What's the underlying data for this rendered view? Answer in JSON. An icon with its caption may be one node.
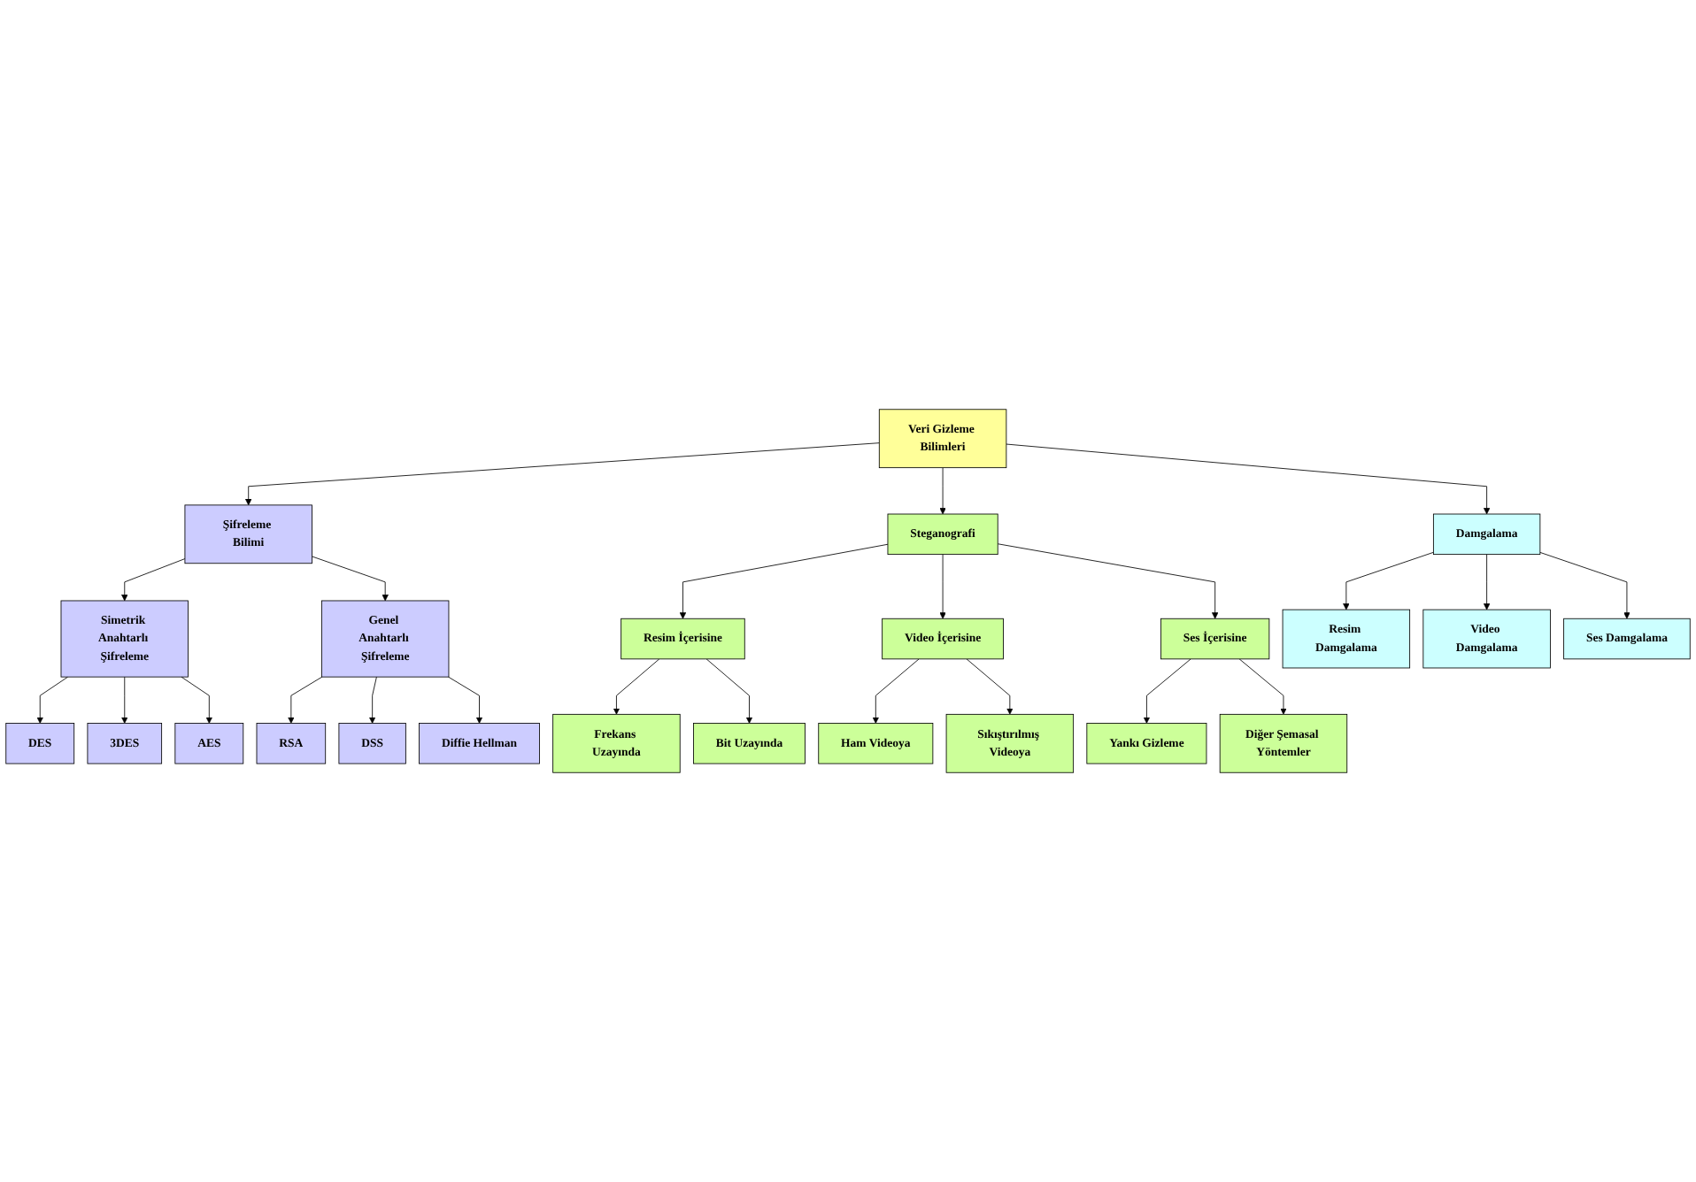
{
  "diagram": {
    "nodes": [
      {
        "text": [
          "Veri Gizleme Bilimleri"
        ]
      },
      {
        "text": [
          "Şifreleme Bilimi"
        ]
      },
      {
        "text": [
          "Steganografi"
        ]
      },
      {
        "text": [
          "Damgalama"
        ]
      },
      {
        "text": [
          "Simetrik Anahtarlı Şifreleme"
        ]
      },
      {
        "text": [
          "Genel Anahtarlı Şifreleme"
        ]
      },
      {
        "text": [
          "Resim İçerisine"
        ]
      },
      {
        "text": [
          "Video İçerisine"
        ]
      },
      {
        "text": [
          "Ses İçerisine"
        ]
      },
      {
        "text": [
          "Resim Damgalama"
        ]
      },
      {
        "text": [
          "Video Damgalama"
        ]
      },
      {
        "text": [
          "Ses Damgalama"
        ]
      },
      {
        "text": [
          "DES"
        ]
      },
      {
        "text": [
          "3DES"
        ]
      },
      {
        "text": [
          "AES"
        ]
      },
      {
        "text": [
          "RSA"
        ]
      },
      {
        "text": [
          "DSS"
        ]
      },
      {
        "text": [
          "Diffie Hellman"
        ]
      },
      {
        "text": [
          "Frekans Uzayında"
        ]
      },
      {
        "text": [
          "Bit Uzayında"
        ]
      },
      {
        "text": [
          "Ham Videoya"
        ]
      },
      {
        "text": [
          "Sıkıştırılmış Videoya"
        ]
      },
      {
        "text": [
          "Yankı Gizleme"
        ]
      },
      {
        "text": [
          "Diğer Şemasal Yöntemler"
        ]
      }
    ],
    "edges": [
      {
        "from": 0,
        "to": 1,
        "arrow": "to"
      },
      {
        "from": 0,
        "to": 2,
        "arrow": "to"
      },
      {
        "from": 0,
        "to": 3,
        "arrow": "to"
      },
      {
        "from": 1,
        "to": 4,
        "arrow": "to"
      },
      {
        "from": 1,
        "to": 5,
        "arrow": "to"
      },
      {
        "from": 2,
        "to": 6,
        "arrow": "to"
      },
      {
        "from": 2,
        "to": 7,
        "arrow": "to"
      },
      {
        "from": 2,
        "to": 8,
        "arrow": "to"
      },
      {
        "from": 3,
        "to": 9,
        "arrow": "to"
      },
      {
        "from": 3,
        "to": 10,
        "arrow": "to"
      },
      {
        "from": 3,
        "to": 11,
        "arrow": "to"
      },
      {
        "from": 4,
        "to": 12,
        "arrow": "to"
      },
      {
        "from": 4,
        "to": 13,
        "arrow": "to"
      },
      {
        "from": 4,
        "to": 14,
        "arrow": "to"
      },
      {
        "from": 5,
        "to": 15,
        "arrow": "to"
      },
      {
        "from": 5,
        "to": 16,
        "arrow": "to"
      },
      {
        "from": 5,
        "to": 17,
        "arrow": "to"
      },
      {
        "from": 6,
        "to": 18,
        "arrow": "to"
      },
      {
        "from": 6,
        "to": 19,
        "arrow": "to"
      },
      {
        "from": 7,
        "to": 20,
        "arrow": "to"
      },
      {
        "from": 7,
        "to": 21,
        "arrow": "to"
      },
      {
        "from": 8,
        "to": 22,
        "arrow": "to"
      },
      {
        "from": 8,
        "to": 23,
        "arrow": "to"
      }
    ]
  }
}
